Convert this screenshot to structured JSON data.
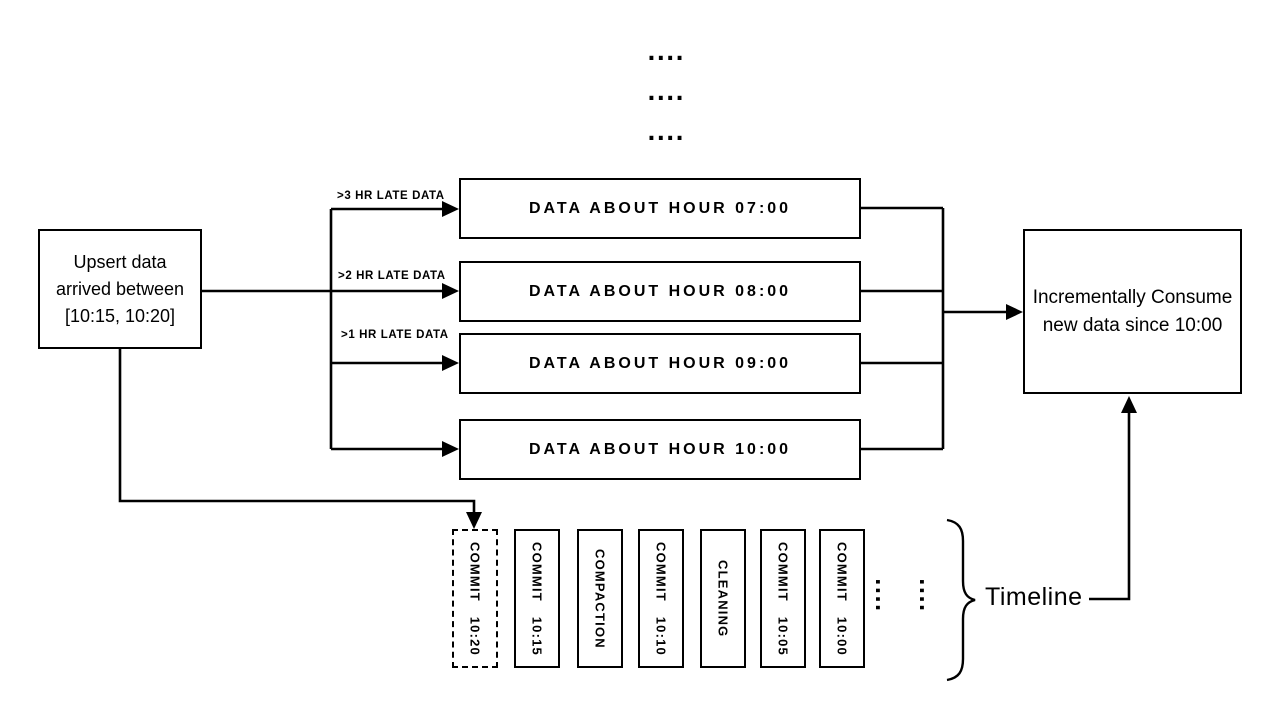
{
  "palette": {
    "ink": "#000000",
    "background": "#ffffff"
  },
  "top_ellipsis": {
    "rows": [
      "....",
      "....",
      "...."
    ]
  },
  "source_box": {
    "line1": "Upsert data",
    "line2": "arrived between",
    "line3": "[10:15, 10:20]"
  },
  "late_data_labels": {
    "three_hr": ">3 HR LATE DATA",
    "two_hr": ">2 HR LATE DATA",
    "one_hr": ">1 HR LATE DATA"
  },
  "partitions": [
    "DATA ABOUT HOUR 07:00",
    "DATA ABOUT HOUR 08:00",
    "DATA ABOUT HOUR 09:00",
    "DATA ABOUT HOUR 10:00"
  ],
  "consumer_box": {
    "line1": "Incrementally Consume",
    "line2": "new data since 10:00"
  },
  "timeline": {
    "label": "Timeline",
    "instants": [
      {
        "label": "COMMIT 10:20",
        "style": "dashed"
      },
      {
        "label": "COMMIT 10:15",
        "style": "solid"
      },
      {
        "label": "COMPACTION",
        "style": "solid"
      },
      {
        "label": "COMMIT 10:10",
        "style": "solid"
      },
      {
        "label": "CLEANING",
        "style": "solid"
      },
      {
        "label": "COMMIT 10:05",
        "style": "solid"
      },
      {
        "label": "COMMIT 10:00",
        "style": "solid"
      }
    ],
    "ellipsis": [
      "....",
      "...."
    ]
  }
}
